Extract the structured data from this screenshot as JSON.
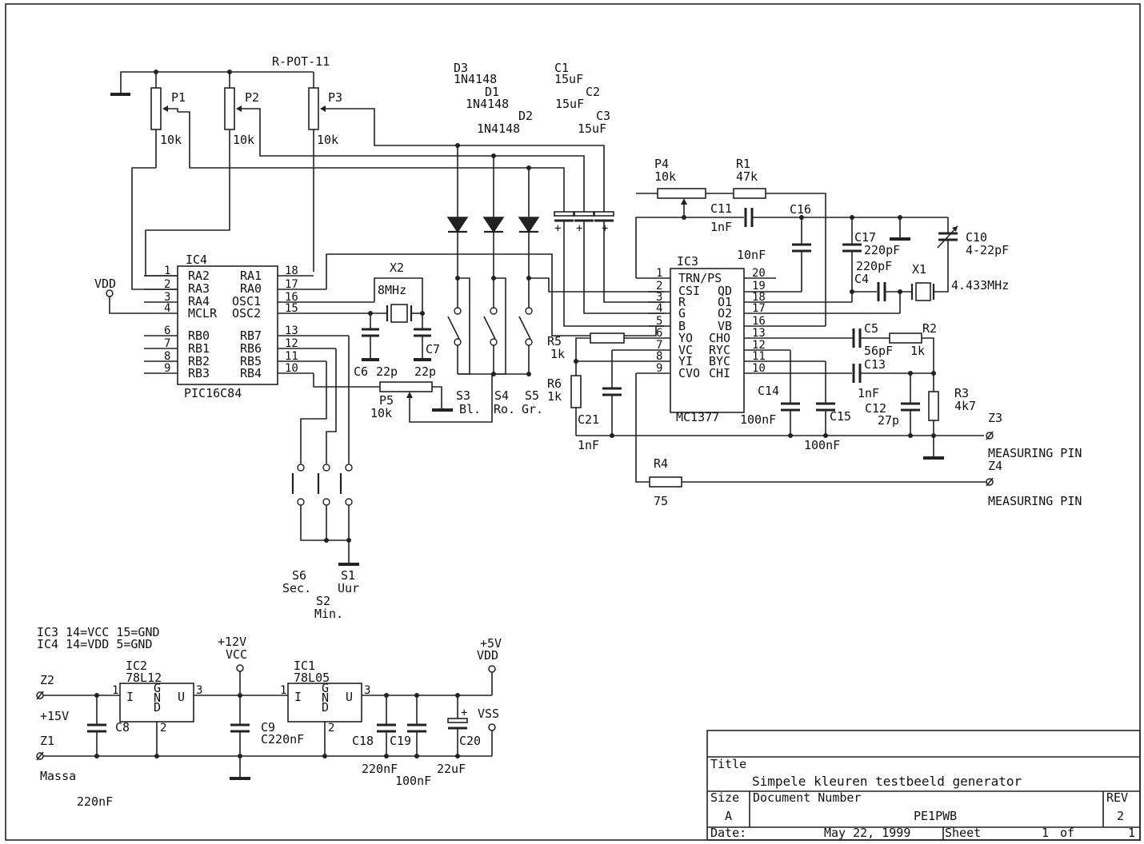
{
  "ic4": {
    "name": "IC4",
    "part": "PIC16C84",
    "left_pins": [
      "1",
      "2",
      "3",
      "4",
      "6",
      "7",
      "8",
      "9"
    ],
    "left_names": [
      "RA2",
      "RA3",
      "RA4",
      "MCLR",
      "RB0",
      "RB1",
      "RB2",
      "RB3"
    ],
    "right_pins": [
      "18",
      "17",
      "16",
      "15",
      "13",
      "12",
      "11",
      "10"
    ],
    "right_names": [
      "RA1",
      "RA0",
      "OSC1",
      "OSC2",
      "RB7",
      "RB6",
      "RB5",
      "RB4"
    ]
  },
  "ic3": {
    "name": "IC3",
    "part": "MC1377",
    "left_pins": [
      "1",
      "2",
      "3",
      "4",
      "5",
      "6",
      "7",
      "8",
      "9"
    ],
    "left_names": [
      "TRN/PS",
      "CSI",
      "R",
      "G",
      "B",
      "YO",
      "VC",
      "YI",
      "CVO"
    ],
    "right_pins": [
      "20",
      "19",
      "18",
      "17",
      "16",
      "13",
      "12",
      "11",
      "10"
    ],
    "right_names": [
      "",
      "QD",
      "O1",
      "O2",
      "VB",
      "CHO",
      "RYC",
      "BYC",
      "CHI"
    ]
  },
  "labels": {
    "rpot": "R-POT-11",
    "p1": "P1",
    "p2": "P2",
    "p3": "P3",
    "p1v": "10k",
    "p2v": "10k",
    "p3v": "10k",
    "vdd": "VDD",
    "d3": "D3",
    "d3v": "1N4148",
    "d1": "D1",
    "d1v": "1N4148",
    "d2": "D2",
    "d2v": "1N4148",
    "c1": "C1",
    "c1v": "15uF",
    "c2": "C2",
    "c2v": "15uF",
    "c3": "C3",
    "c3v": "15uF",
    "x2": "X2",
    "x2v": "8MHz",
    "c6": "C6",
    "c6v": "22p",
    "c7": "C7",
    "c7v": "22p",
    "p5": "P5",
    "p5v": "10k",
    "s3": "S3",
    "s3v": "Bl.",
    "s4": "S4",
    "s4v": "Ro.",
    "s5": "S5",
    "s5v": "Gr.",
    "s6": "S6",
    "s6v": "Sec.",
    "s1": "S1",
    "s1v": "Uur",
    "s2": "S2",
    "s2v": "Min.",
    "p4": "P4",
    "p4v": "10k",
    "r1": "R1",
    "r1v": "47k",
    "c11": "C11",
    "c11v": "1nF",
    "c16": "C16",
    "c16v": "10nF",
    "c17": "C17",
    "c17v": "220pF",
    "c4": "C4",
    "c4v": "220pF",
    "c10": "C10",
    "c10v": "4-22pF",
    "x1": "X1",
    "x1v": "4.433MHz",
    "r5": "R5",
    "r5v": "1k",
    "r6": "R6",
    "r6v": "1k",
    "c21": "C21",
    "c21v": "1nF",
    "c5": "C5",
    "c5v": "56pF",
    "r2": "R2",
    "r2v": "1k",
    "c13": "C13",
    "c13v": "1nF",
    "c12": "C12",
    "c12v": "27p",
    "r3": "R3",
    "r3v": "4k7",
    "c14": "C14",
    "c14v": "100nF",
    "c15": "C15",
    "c15v": "100nF",
    "z3": "Z3",
    "z4": "Z4",
    "measuring1": "MEASURING PIN",
    "measuring2": "MEASURING PIN",
    "r4": "R4",
    "r4v": "75"
  },
  "power": {
    "note1": "IC3 14=VCC 15=GND",
    "note2": "IC4 14=VDD  5=GND",
    "z2": "Z2",
    "z1": "Z1",
    "plus15": "+15V",
    "massa": "Massa",
    "c8v_bottom": "220nF",
    "ic2": "IC2",
    "ic2v": "78L12",
    "ic1": "IC1",
    "ic1v": "78L05",
    "reg_in": "I",
    "reg_out": "U",
    "reg_g": "G",
    "reg_n": "N",
    "reg_d": "D",
    "pin1": "1",
    "pin2": "2",
    "pin3": "3",
    "plus12": "+12V",
    "vcc": "VCC",
    "plus5": "+5V",
    "vdd": "VDD",
    "vss": "VSS",
    "c8": "C8",
    "c9": "C9",
    "c9v": "C220nF",
    "c18": "C18",
    "c19": "C19",
    "c20": "C20",
    "c18v": "220nF",
    "c19v": "100nF",
    "c20v": "22uF",
    "plus": "+"
  },
  "title_block": {
    "title_label": "Title",
    "title": "Simpele kleuren testbeeld generator",
    "size_label": "Size",
    "size": "A",
    "docnum_label": "Document Number",
    "docnum": "PE1PWB",
    "rev_label": "REV",
    "rev": "2",
    "date_label": "Date:",
    "date": "May 22, 1999",
    "sheet_label": "Sheet",
    "sheet": "1",
    "of_label": "of",
    "of": "1"
  }
}
